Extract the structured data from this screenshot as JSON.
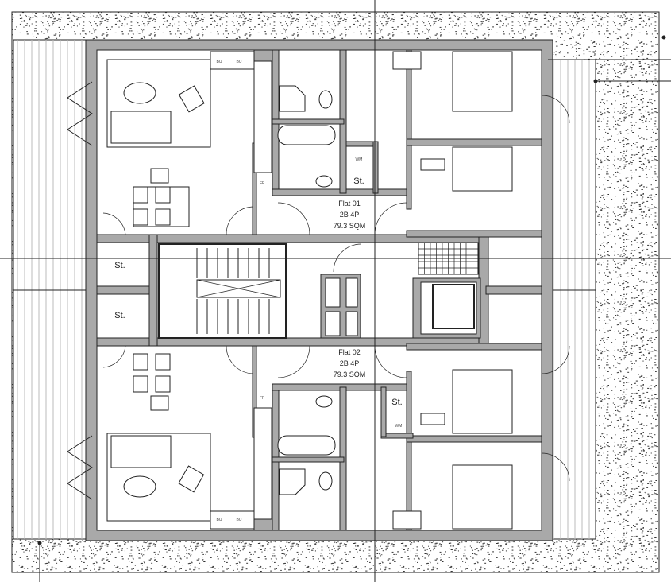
{
  "flats": [
    {
      "name": "Flat 01",
      "type": "2B 4P",
      "area": "79.3 SQM"
    },
    {
      "name": "Flat 02",
      "type": "2B 4P",
      "area": "79.3 SQM"
    }
  ],
  "labels": {
    "store": "St.",
    "bin_unit": "BU",
    "fridge_freezer": "FF",
    "washing_machine": "WM"
  },
  "colors": {
    "wall": "#a9a9a9",
    "line": "#222222",
    "background": "#ffffff"
  }
}
